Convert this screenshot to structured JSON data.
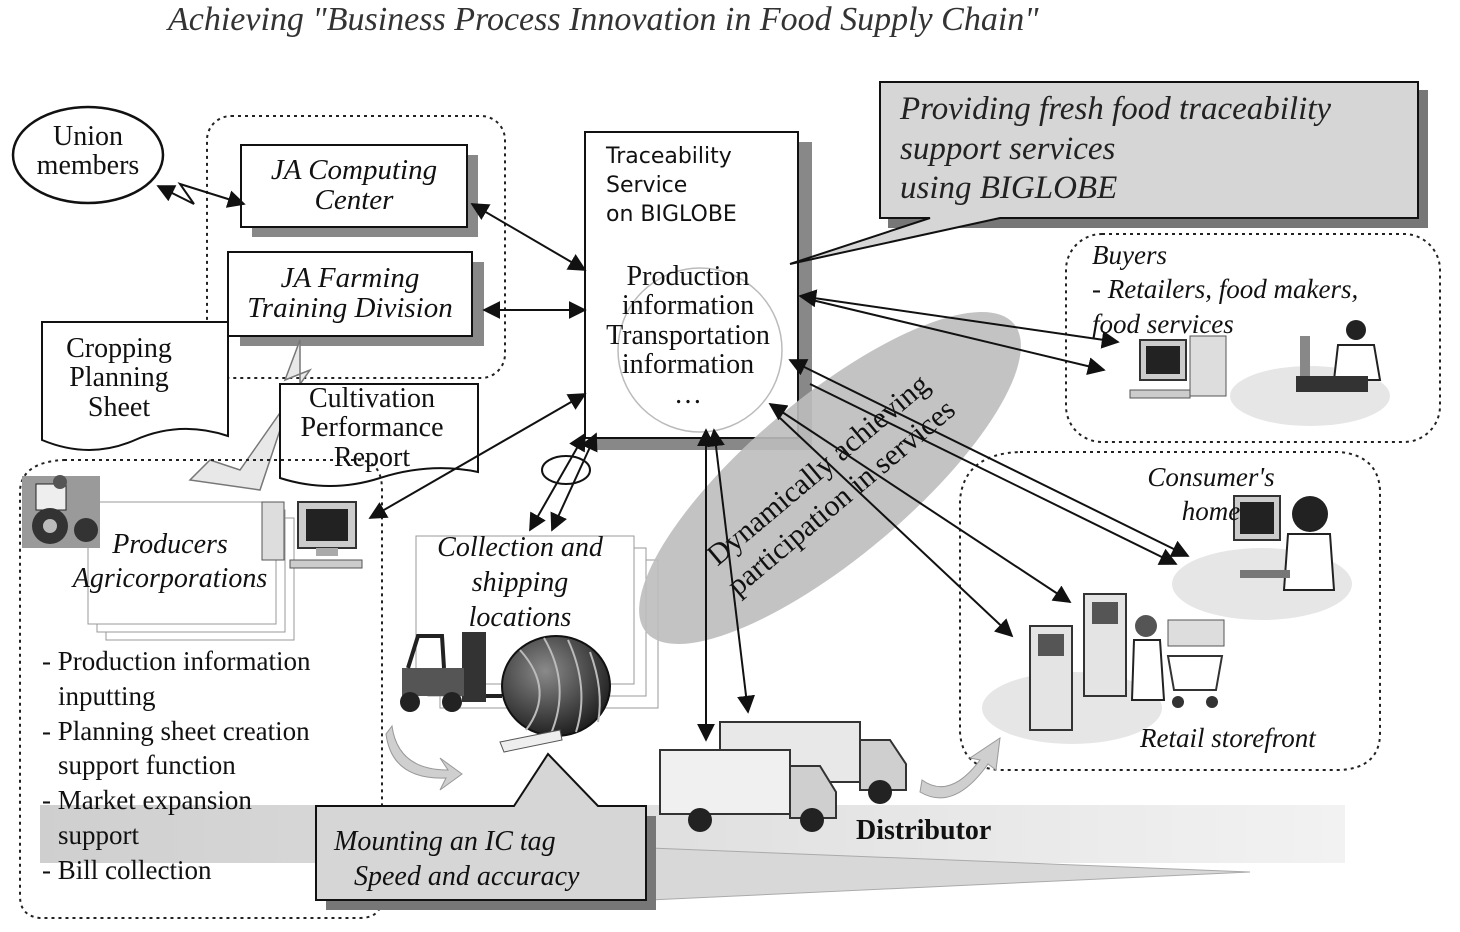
{
  "title": "Achieving \"Business Process Innovation in Food Supply Chain\"",
  "union_members": [
    "Union",
    "members"
  ],
  "ja_computing": [
    "JA Computing",
    "Center"
  ],
  "ja_farming": [
    "JA Farming",
    "Training Division"
  ],
  "cropping_sheet": [
    "Cropping",
    "Planning",
    "Sheet"
  ],
  "cultivation_report": [
    "Cultivation",
    "Performance",
    "Report"
  ],
  "traceability_service": [
    "Traceability",
    "Service",
    "on BIGLOBE"
  ],
  "info_items": [
    "Production",
    "information",
    "Transportation",
    "information",
    "…"
  ],
  "callout_biglobe": [
    "Providing fresh food traceability",
    "support services",
    "using BIGLOBE"
  ],
  "buyers": [
    "Buyers",
    "- Retailers, food makers,",
    "food services"
  ],
  "consumer": [
    "Consumer's",
    "home"
  ],
  "retail": "Retail storefront",
  "producers": [
    "Producers",
    "Agricorporations"
  ],
  "producer_functions": [
    "- Production information",
    "inputting",
    "- Planning sheet creation",
    "support function",
    "- Market expansion",
    "support",
    "- Bill collection"
  ],
  "collection": [
    "Collection and",
    "shipping",
    "locations"
  ],
  "dynamic": [
    "Dynamically achieving",
    "participation in services"
  ],
  "ic_tag": [
    "Mounting an IC tag",
    "Speed and accuracy"
  ],
  "distributor": "Distributor"
}
